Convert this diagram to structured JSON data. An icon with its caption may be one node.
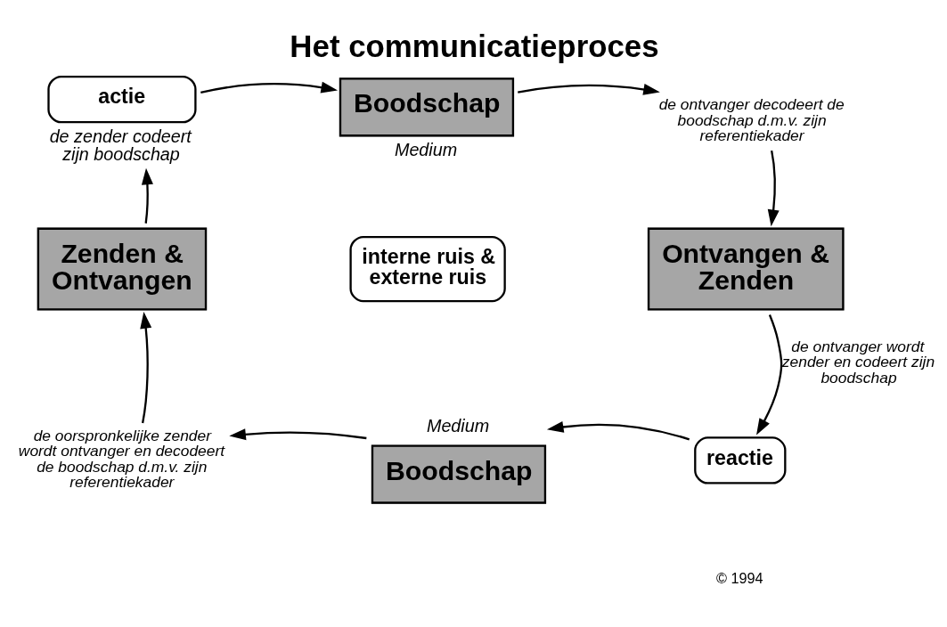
{
  "diagram": {
    "title": "Het communicatieproces",
    "nodes": [
      {
        "text": [
          "actie"
        ],
        "beside": [
          "de zender codeert zijn boodschap"
        ]
      },
      {
        "text": [
          "Boodschap"
        ],
        "beside": [
          "Medium"
        ]
      },
      {
        "text": [
          "de ontvanger decodeert de boodschap d.m.v. zijn referentiekader"
        ]
      },
      {
        "text": [
          "Ontvangen & Zenden"
        ]
      },
      {
        "text": [
          "reactie"
        ]
      },
      {
        "text": [
          "Boodschap"
        ],
        "beside": [
          "Medium"
        ]
      },
      {
        "text": [
          "de oorspronkelijke zender wordt ontvanger en decodeert de boodschap d.m.v. zijn referentiekader"
        ]
      },
      {
        "text": [
          "Zenden & Ontvangen"
        ]
      },
      {
        "text": [
          "interne ruis & externe ruis"
        ]
      }
    ],
    "edges": [
      {
        "from": 0,
        "to": 1,
        "arrow": "to"
      },
      {
        "from": 1,
        "to": 2,
        "arrow": "to"
      },
      {
        "from": 2,
        "to": 3,
        "arrow": "to"
      },
      {
        "from": 3,
        "to": 4,
        "arrow": "to",
        "label": "de ontvanger wordt zender en codeert zijn boodschap"
      },
      {
        "from": 4,
        "to": 5,
        "arrow": "to"
      },
      {
        "from": 5,
        "to": 6,
        "arrow": "to"
      },
      {
        "from": 6,
        "to": 7,
        "arrow": "to"
      },
      {
        "from": 7,
        "to": 0,
        "arrow": "to"
      }
    ],
    "labels": [
      "© 1994"
    ]
  }
}
